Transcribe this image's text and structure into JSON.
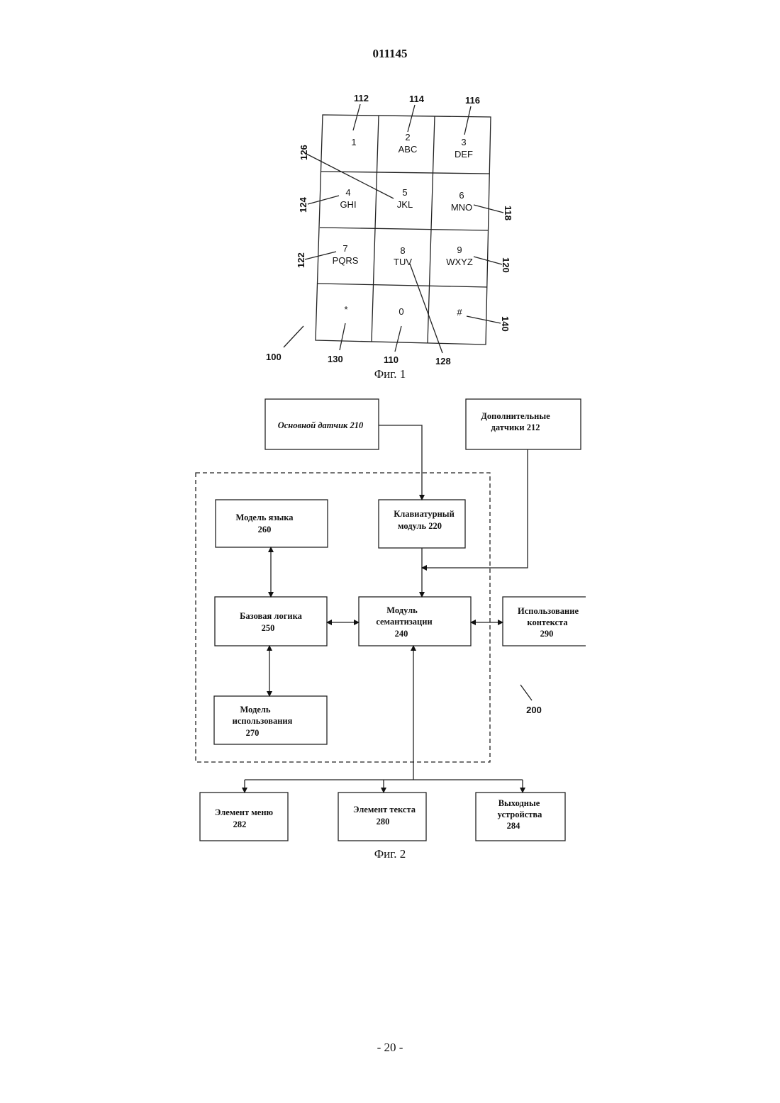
{
  "header": {
    "doc_number": "011145"
  },
  "fig1": {
    "caption": "Фиг. 1",
    "keys": [
      [
        "1",
        ""
      ],
      [
        "2",
        "ABC"
      ],
      [
        "3",
        "DEF"
      ],
      [
        "4",
        "GHI"
      ],
      [
        "5",
        "JKL"
      ],
      [
        "6",
        "MNO"
      ],
      [
        "7",
        "PQRS"
      ],
      [
        "8",
        "TUV"
      ],
      [
        "9",
        "WXYZ"
      ],
      [
        "*",
        ""
      ],
      [
        "0",
        ""
      ],
      [
        "#",
        ""
      ]
    ],
    "refs": {
      "r112": "112",
      "r114": "114",
      "r116": "116",
      "r126": "126",
      "r124": "124",
      "r118": "118",
      "r122": "122",
      "r120": "120",
      "r140": "140",
      "r100": "100",
      "r130": "130",
      "r110": "110",
      "r128": "128"
    }
  },
  "fig2": {
    "caption": "Фиг. 2",
    "ref_200": "200",
    "blocks": {
      "main_sensor": [
        "Основной датчик 210"
      ],
      "extra_sensors": [
        "Дополнительные",
        "датчики  212"
      ],
      "language_model": [
        "Модель языка",
        "260"
      ],
      "keyboard_module": [
        "Клавиатурный",
        "модуль 220"
      ],
      "base_logic": [
        "Базовая логика",
        "250"
      ],
      "semantization_module": [
        "Модуль",
        "семантизации",
        "240"
      ],
      "context_usage": [
        "Использование",
        "контекста",
        "290"
      ],
      "usage_model": [
        "Модель",
        "использования",
        "270"
      ],
      "menu_element": [
        "Элемент меню",
        "282"
      ],
      "text_element": [
        "Элемент текста",
        "280"
      ],
      "output_devices": [
        "Выходные",
        "устройства",
        "284"
      ]
    }
  },
  "footer": {
    "page_number": "- 20 -"
  }
}
